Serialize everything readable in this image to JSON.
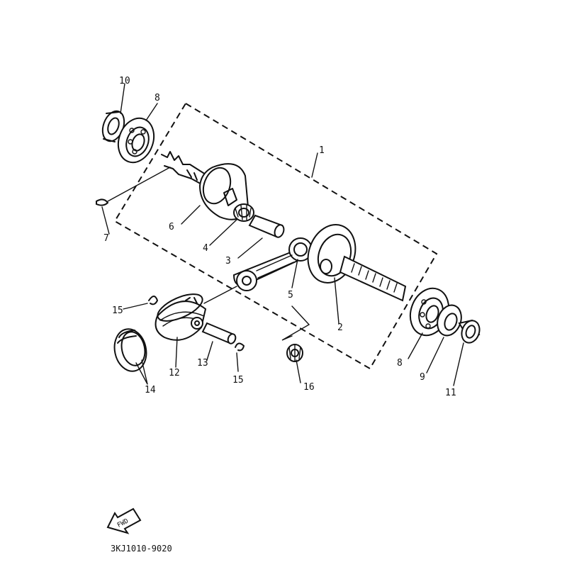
{
  "parts": [
    {
      "id": "1",
      "label": "1"
    },
    {
      "id": "2",
      "label": "2"
    },
    {
      "id": "3",
      "label": "3"
    },
    {
      "id": "4",
      "label": "4"
    },
    {
      "id": "5",
      "label": "5"
    },
    {
      "id": "6",
      "label": "6"
    },
    {
      "id": "7",
      "label": "7"
    },
    {
      "id": "8a",
      "label": "8"
    },
    {
      "id": "8b",
      "label": "8"
    },
    {
      "id": "9",
      "label": "9"
    },
    {
      "id": "10",
      "label": "10"
    },
    {
      "id": "11",
      "label": "11"
    },
    {
      "id": "12",
      "label": "12"
    },
    {
      "id": "13",
      "label": "13"
    },
    {
      "id": "14",
      "label": "14"
    },
    {
      "id": "15a",
      "label": "15"
    },
    {
      "id": "15b",
      "label": "15"
    },
    {
      "id": "16",
      "label": "16"
    }
  ],
  "direction_arrow": {
    "label": "FWD"
  },
  "figure_code": "3KJ1010-9020",
  "colors": {
    "ink": "#111111",
    "paper": "#ffffff"
  }
}
